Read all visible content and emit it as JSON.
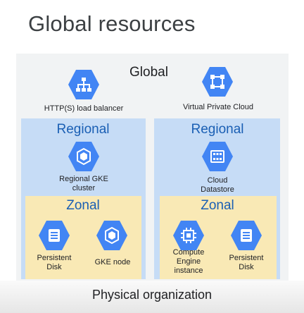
{
  "title": "Global resources",
  "global_label": "Global",
  "footer": "Physical organization",
  "colors": {
    "hex_blue": "#4285f4",
    "region_fill": "#c6dcf6",
    "zone_fill": "#f9e9b5",
    "global_fill": "#f1f3f4",
    "region_text": "#1a5fb4"
  },
  "global_resources": [
    {
      "icon": "load-balancer-icon",
      "caption": "HTTP(S) load balancer"
    },
    {
      "icon": "vpc-network-icon",
      "caption": "Virtual Private Cloud"
    }
  ],
  "regions": [
    {
      "label": "Regional",
      "resource": {
        "icon": "gke-cluster-icon",
        "caption": "Regional GKE\ncluster"
      },
      "zone": {
        "label": "Zonal",
        "resources": [
          {
            "icon": "persistent-disk-icon",
            "caption": "Persistent\nDisk"
          },
          {
            "icon": "gke-node-icon",
            "caption": "GKE node"
          }
        ]
      }
    },
    {
      "label": "Regional",
      "resource": {
        "icon": "cloud-datastore-icon",
        "caption": "Cloud\nDatastore"
      },
      "zone": {
        "label": "Zonal",
        "resources": [
          {
            "icon": "compute-engine-icon",
            "caption": "Compute\nEngine\ninstance"
          },
          {
            "icon": "persistent-disk-icon",
            "caption": "Persistent\nDisk"
          }
        ]
      }
    }
  ]
}
